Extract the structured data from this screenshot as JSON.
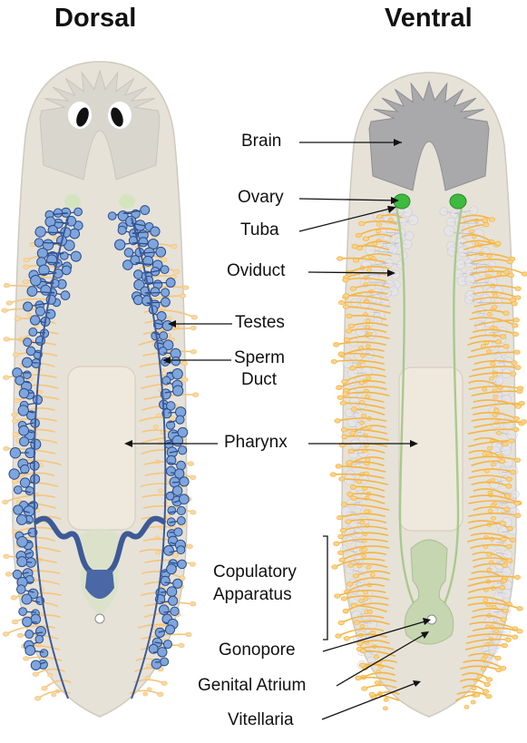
{
  "titles": {
    "dorsal": "Dorsal",
    "ventral": "Ventral"
  },
  "labels": {
    "brain": "Brain",
    "ovary": "Ovary",
    "tuba": "Tuba",
    "oviduct": "Oviduct",
    "testes": "Testes",
    "sperm_duct_1": "Sperm",
    "sperm_duct_2": "Duct",
    "pharynx": "Pharynx",
    "copulatory_1": "Copulatory",
    "copulatory_2": "Apparatus",
    "gonopore": "Gonopore",
    "genital_atrium": "Genital Atrium",
    "vitellaria": "Vitellaria"
  },
  "colors": {
    "body": "#e6e2d8",
    "body_outline": "#cfcabd",
    "pharynx": "#efe9dd",
    "brain_ventral": "#a9a9ab",
    "brain_dorsal": "#d9d6ce",
    "testes_fill": "#7fa6dc",
    "testes_stroke": "#2b4c8c",
    "sperm_duct": "#3d5a97",
    "vitellaria": "#f4b545",
    "vitellaria_light": "#f6d9a6",
    "ovary": "#3dba3f",
    "oviduct": "#a9c98d",
    "copulatory": "#c5d6b0",
    "eye_dark": "#111111",
    "eye_white": "#ffffff",
    "text": "#111111"
  }
}
